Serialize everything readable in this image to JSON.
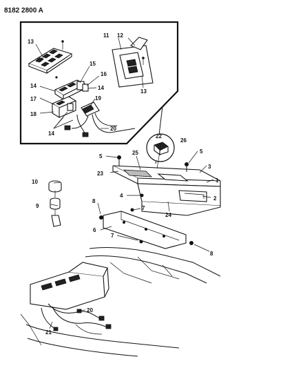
{
  "document_number": "8182 2800 A",
  "callouts": {
    "c1": "1",
    "c2": "2",
    "c3": "3",
    "c4": "4",
    "c5a": "5",
    "c5b": "5",
    "c6": "6",
    "c7a": "7",
    "c7b": "7",
    "c8a": "8",
    "c8b": "8",
    "c9": "9",
    "c10": "10",
    "c11": "11",
    "c12": "12",
    "c13a": "13",
    "c13b": "13",
    "c14a": "14",
    "c14b": "14",
    "c14c": "14",
    "c15": "15",
    "c16": "16",
    "c17": "17",
    "c18": "18",
    "c19": "19",
    "c20a": "20",
    "c20b": "20",
    "c21": "21",
    "c22": "22",
    "c23": "23",
    "c24": "24",
    "c25": "25",
    "c26": "26"
  }
}
